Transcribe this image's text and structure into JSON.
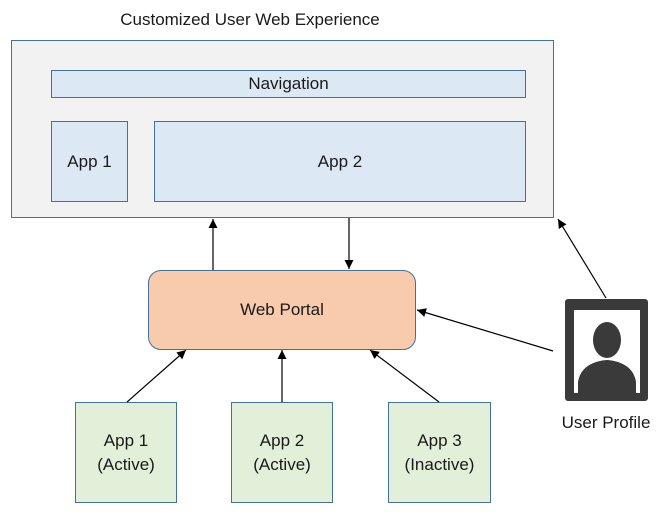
{
  "diagram": {
    "title": "Customized User Web Experience",
    "container": {
      "navigation": "Navigation",
      "app1": "App 1",
      "app2": "App 2"
    },
    "portal": "Web Portal",
    "sources": [
      {
        "line1": "App 1",
        "line2": "(Active)"
      },
      {
        "line1": "App 2",
        "line2": "(Active)"
      },
      {
        "line1": "App 3",
        "line2": "(Inactive)"
      }
    ],
    "user_profile": "User Profile",
    "colors": {
      "border": "#41719c",
      "container_fill": "#f2f2f2",
      "blue_fill": "#dde8f5",
      "portal_fill": "#f8cbad",
      "green_fill": "#e2efd9",
      "arrow": "#000000"
    },
    "icons": [
      "user-profile-icon"
    ]
  }
}
